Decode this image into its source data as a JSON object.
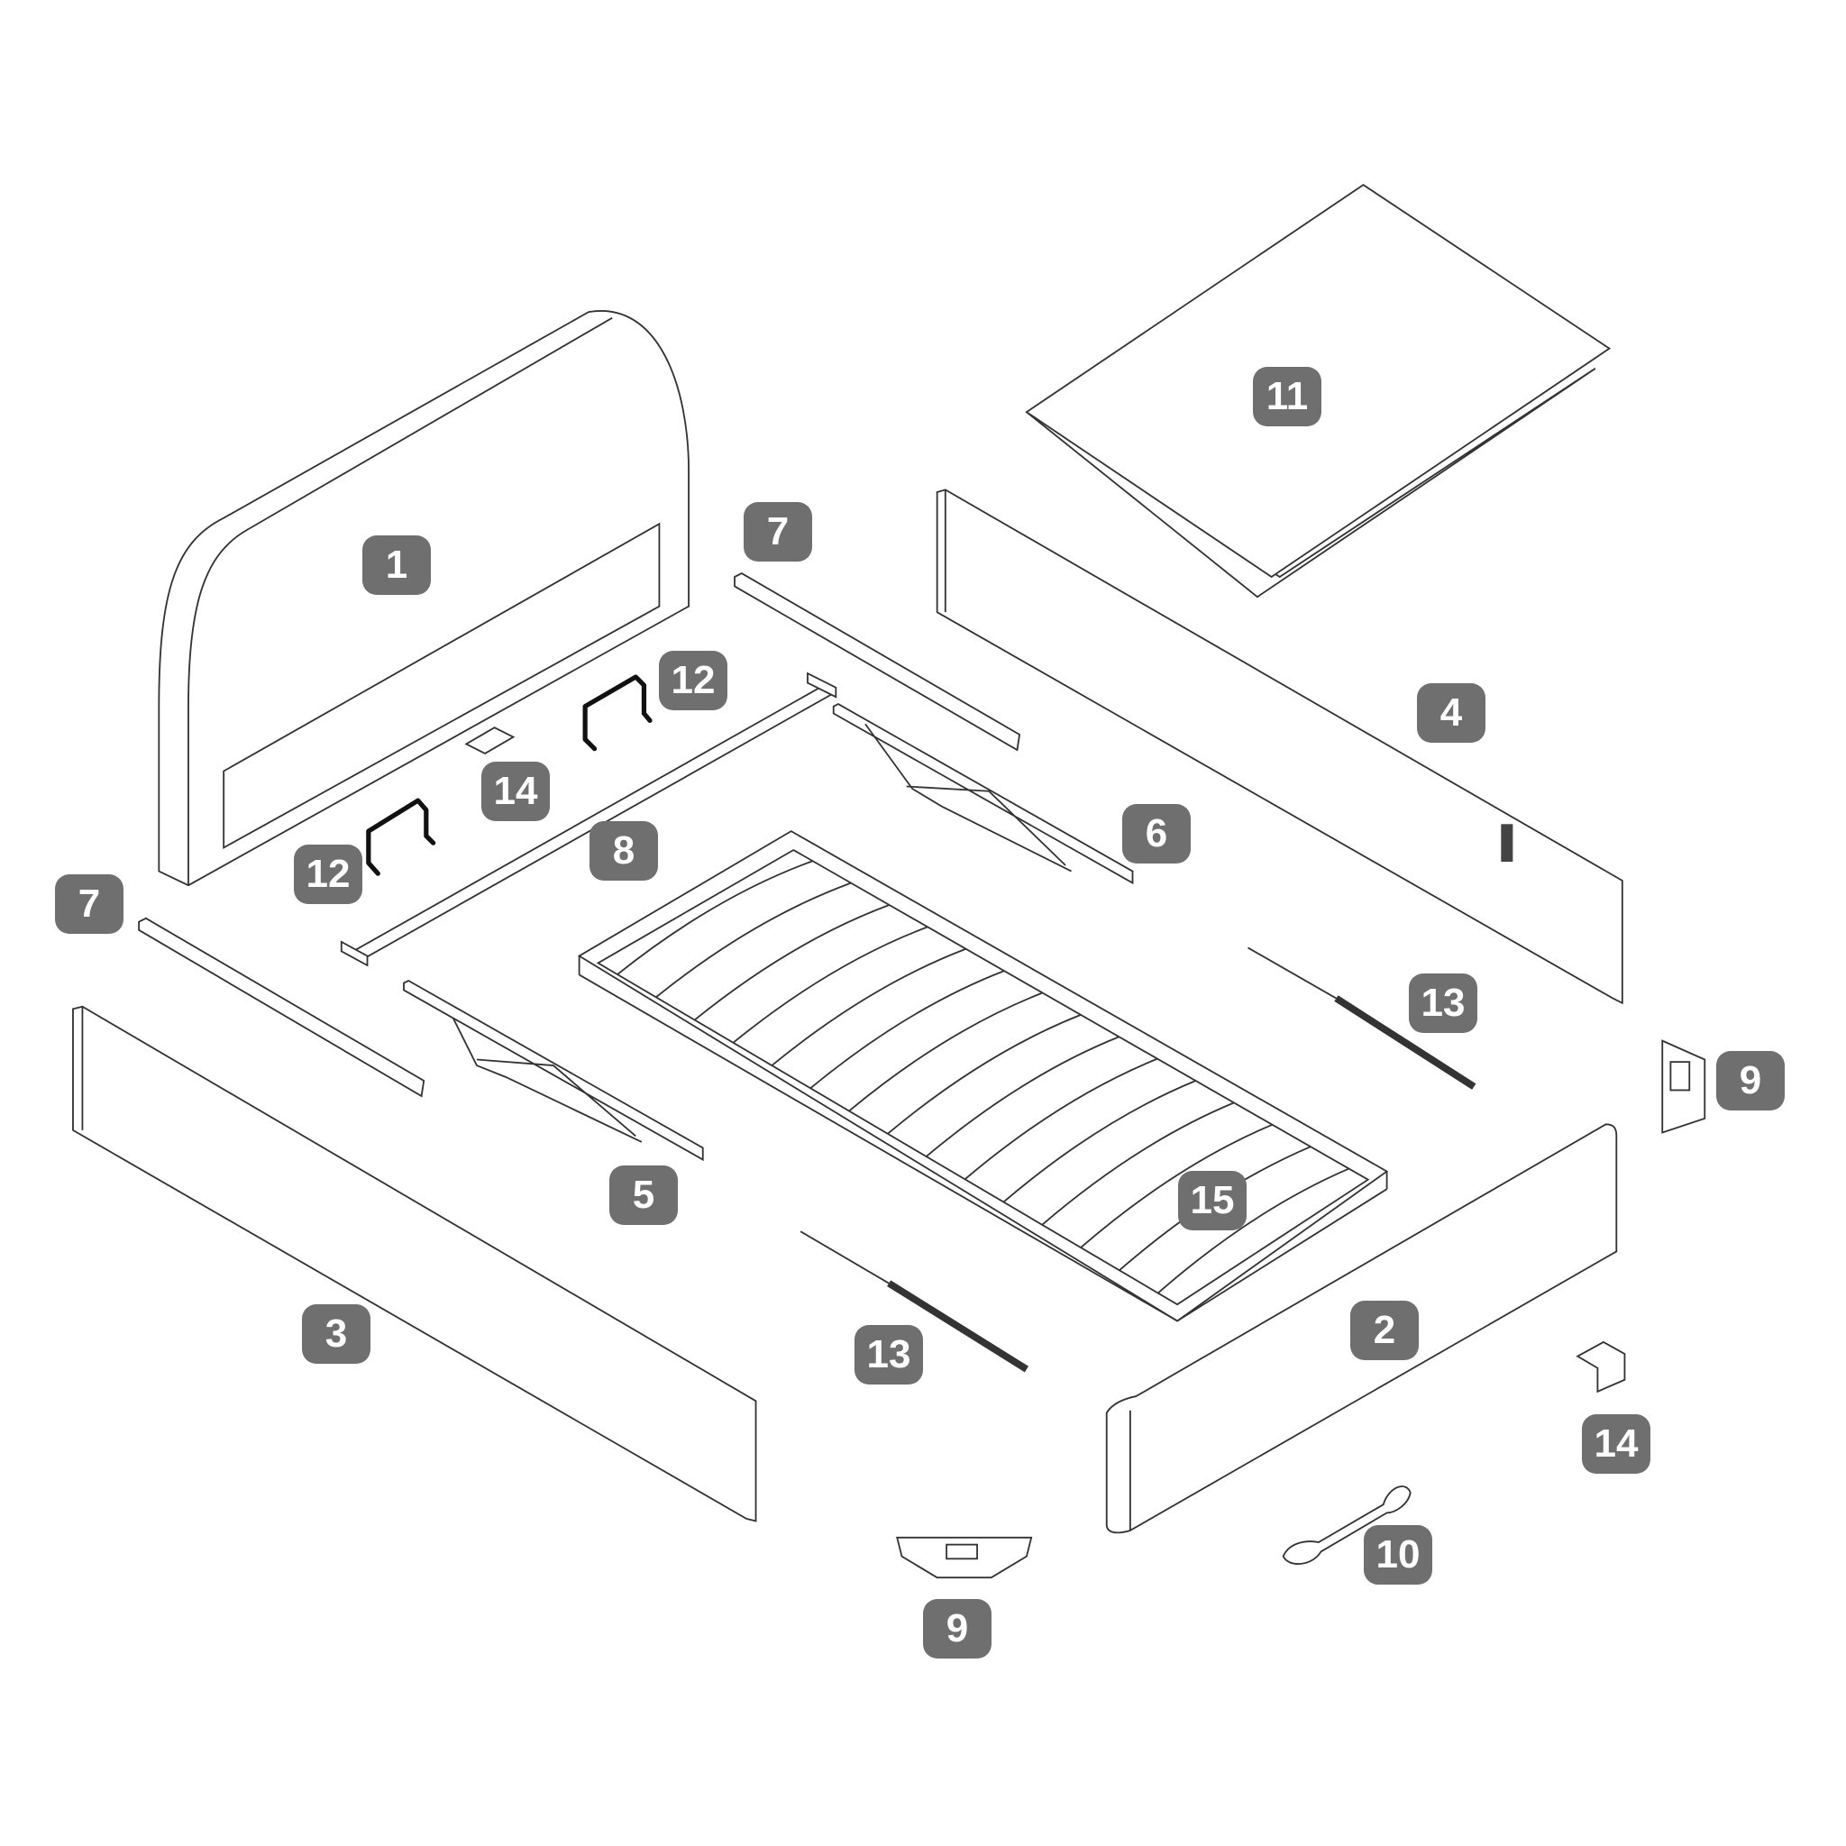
{
  "title": "Bed frame parts diagram",
  "parts": [
    {
      "id": "headboard",
      "label": "1"
    },
    {
      "id": "mattress-board",
      "label": "11"
    },
    {
      "id": "short-rail-top",
      "label": "7"
    },
    {
      "id": "bracket-top",
      "label": "12"
    },
    {
      "id": "side-panel-back",
      "label": "4"
    },
    {
      "id": "corner-plate-top",
      "label": "14"
    },
    {
      "id": "lift-frame-right",
      "label": "6"
    },
    {
      "id": "center-bar",
      "label": "8"
    },
    {
      "id": "bracket-left",
      "label": "12"
    },
    {
      "id": "short-rail-left",
      "label": "7"
    },
    {
      "id": "gas-strut-right",
      "label": "13"
    },
    {
      "id": "corner-bracket-right",
      "label": "9"
    },
    {
      "id": "lift-frame-left",
      "label": "5"
    },
    {
      "id": "slatted-base",
      "label": "15"
    },
    {
      "id": "side-panel-front",
      "label": "3"
    },
    {
      "id": "footboard",
      "label": "2"
    },
    {
      "id": "gas-strut-left",
      "label": "13"
    },
    {
      "id": "corner-plate-right",
      "label": "14"
    },
    {
      "id": "strap-handle",
      "label": "10"
    },
    {
      "id": "corner-bracket-bottom",
      "label": "9"
    }
  ],
  "colors": {
    "badge": "#6f6f6f",
    "line": "#333333"
  }
}
